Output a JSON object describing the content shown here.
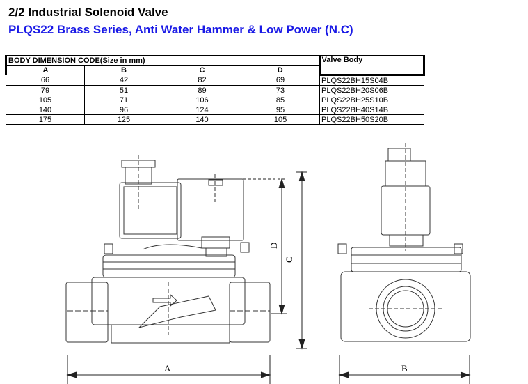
{
  "header": {
    "title": "2/2 Industrial Solenoid Valve",
    "subtitle": "PLQS22 Brass Series, Anti Water Hammer & Low Power (N.C)"
  },
  "dimension_table": {
    "group_header": "BODY DIMENSION CODE(Size in mm)",
    "valve_body_header": "Valve Body",
    "columns": [
      "A",
      "B",
      "C",
      "D"
    ],
    "rows": [
      {
        "A": "66",
        "B": "42",
        "C": "82",
        "D": "69",
        "body": "PLQS22BH15S04B"
      },
      {
        "A": "79",
        "B": "51",
        "C": "89",
        "D": "73",
        "body": "PLQS22BH20S06B"
      },
      {
        "A": "105",
        "B": "71",
        "C": "106",
        "D": "85",
        "body": "PLQS22BH25S10B"
      },
      {
        "A": "140",
        "B": "96",
        "C": "124",
        "D": "95",
        "body": "PLQS22BH40S14B"
      },
      {
        "A": "175",
        "B": "125",
        "C": "140",
        "D": "105",
        "body": "PLQS22BH50S20B"
      }
    ]
  },
  "drawing": {
    "label_a": "A",
    "label_b": "B",
    "label_c": "C",
    "label_d": "D"
  }
}
